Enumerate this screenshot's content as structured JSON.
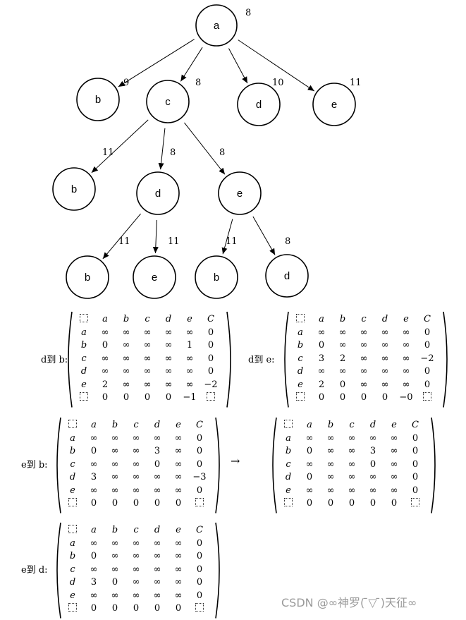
{
  "tree": {
    "nodes": [
      {
        "id": "root-a",
        "label": "a",
        "cost": "8"
      },
      {
        "id": "l1-b",
        "label": "b",
        "cost": "9"
      },
      {
        "id": "l1-c",
        "label": "c",
        "cost": "8"
      },
      {
        "id": "l1-d",
        "label": "d",
        "cost": "10"
      },
      {
        "id": "l1-e",
        "label": "e",
        "cost": "11"
      },
      {
        "id": "l2-b",
        "label": "b",
        "cost": "11"
      },
      {
        "id": "l2-d",
        "label": "d",
        "cost": "8"
      },
      {
        "id": "l2-e",
        "label": "e",
        "cost": "8"
      },
      {
        "id": "l3-b1",
        "label": "b",
        "cost": "11"
      },
      {
        "id": "l3-e",
        "label": "e",
        "cost": "11"
      },
      {
        "id": "l3-b2",
        "label": "b",
        "cost": "11"
      },
      {
        "id": "l3-d",
        "label": "d",
        "cost": "8"
      }
    ]
  },
  "matrices": [
    {
      "label": "d到 b:",
      "header": [
        "a",
        "b",
        "c",
        "d",
        "e",
        "C"
      ],
      "rows": [
        {
          "name": "a",
          "cells": [
            "∞",
            "∞",
            "∞",
            "∞",
            "∞",
            "0"
          ]
        },
        {
          "name": "b",
          "cells": [
            "0",
            "∞",
            "∞",
            "∞",
            "1",
            "0"
          ]
        },
        {
          "name": "c",
          "cells": [
            "∞",
            "∞",
            "∞",
            "∞",
            "∞",
            "0"
          ]
        },
        {
          "name": "d",
          "cells": [
            "∞",
            "∞",
            "∞",
            "∞",
            "∞",
            "0"
          ]
        },
        {
          "name": "e",
          "cells": [
            "2",
            "∞",
            "∞",
            "∞",
            "∞",
            "−2"
          ]
        }
      ],
      "bottom": [
        "0",
        "0",
        "0",
        "0",
        "−1"
      ]
    },
    {
      "label": "d到 e:",
      "header": [
        "a",
        "b",
        "c",
        "d",
        "e",
        "C"
      ],
      "rows": [
        {
          "name": "a",
          "cells": [
            "∞",
            "∞",
            "∞",
            "∞",
            "∞",
            "0"
          ]
        },
        {
          "name": "b",
          "cells": [
            "0",
            "∞",
            "∞",
            "∞",
            "∞",
            "0"
          ]
        },
        {
          "name": "c",
          "cells": [
            "3",
            "2",
            "∞",
            "∞",
            "∞",
            "−2"
          ]
        },
        {
          "name": "d",
          "cells": [
            "∞",
            "∞",
            "∞",
            "∞",
            "∞",
            "0"
          ]
        },
        {
          "name": "e",
          "cells": [
            "2",
            "0",
            "∞",
            "∞",
            "∞",
            "0"
          ]
        }
      ],
      "bottom": [
        "0",
        "0",
        "0",
        "0",
        "−0"
      ]
    },
    {
      "label": "e到 b:",
      "header": [
        "a",
        "b",
        "c",
        "d",
        "e",
        "C"
      ],
      "rows": [
        {
          "name": "a",
          "cells": [
            "∞",
            "∞",
            "∞",
            "∞",
            "∞",
            "0"
          ]
        },
        {
          "name": "b",
          "cells": [
            "0",
            "∞",
            "∞",
            "3",
            "∞",
            "0"
          ]
        },
        {
          "name": "c",
          "cells": [
            "∞",
            "∞",
            "∞",
            "0",
            "∞",
            "0"
          ]
        },
        {
          "name": "d",
          "cells": [
            "3",
            "∞",
            "∞",
            "∞",
            "∞",
            "−3"
          ]
        },
        {
          "name": "e",
          "cells": [
            "∞",
            "∞",
            "∞",
            "∞",
            "∞",
            "0"
          ]
        }
      ],
      "bottom": [
        "0",
        "0",
        "0",
        "0",
        "0"
      ]
    },
    {
      "label": "",
      "header": [
        "a",
        "b",
        "c",
        "d",
        "e",
        "C"
      ],
      "rows": [
        {
          "name": "a",
          "cells": [
            "∞",
            "∞",
            "∞",
            "∞",
            "∞",
            "0"
          ]
        },
        {
          "name": "b",
          "cells": [
            "0",
            "∞",
            "∞",
            "3",
            "∞",
            "0"
          ]
        },
        {
          "name": "c",
          "cells": [
            "∞",
            "∞",
            "∞",
            "0",
            "∞",
            "0"
          ]
        },
        {
          "name": "d",
          "cells": [
            "0",
            "∞",
            "∞",
            "∞",
            "∞",
            "0"
          ]
        },
        {
          "name": "e",
          "cells": [
            "∞",
            "∞",
            "∞",
            "∞",
            "∞",
            "0"
          ]
        }
      ],
      "bottom": [
        "0",
        "0",
        "0",
        "0",
        "0"
      ]
    },
    {
      "label": "e到 d:",
      "header": [
        "a",
        "b",
        "c",
        "d",
        "e",
        "C"
      ],
      "rows": [
        {
          "name": "a",
          "cells": [
            "∞",
            "∞",
            "∞",
            "∞",
            "∞",
            "0"
          ]
        },
        {
          "name": "b",
          "cells": [
            "0",
            "∞",
            "∞",
            "∞",
            "∞",
            "0"
          ]
        },
        {
          "name": "c",
          "cells": [
            "∞",
            "∞",
            "∞",
            "∞",
            "∞",
            "0"
          ]
        },
        {
          "name": "d",
          "cells": [
            "3",
            "0",
            "∞",
            "∞",
            "∞",
            "0"
          ]
        },
        {
          "name": "e",
          "cells": [
            "∞",
            "∞",
            "∞",
            "∞",
            "∞",
            "0"
          ]
        }
      ],
      "bottom": [
        "0",
        "0",
        "0",
        "0",
        "0"
      ]
    }
  ],
  "arrow": "→",
  "watermark": "CSDN @∞神罗( ̄▽ ̄)天征∞"
}
